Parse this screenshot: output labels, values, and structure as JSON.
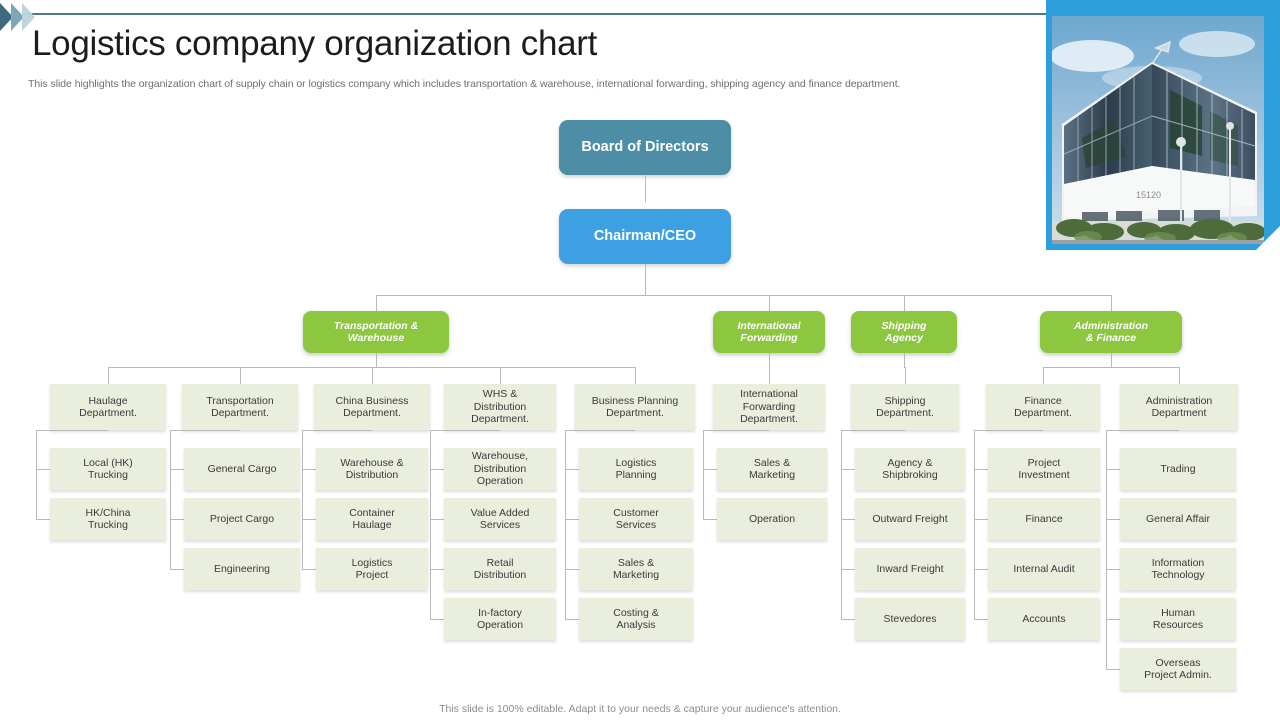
{
  "slide": {
    "title": "Logistics company organization chart",
    "subtitle": "This slide highlights the organization chart of supply chain or logistics company which includes transportation & warehouse, international forwarding, shipping agency and finance department.",
    "footer": "This slide is 100% editable.  Adapt it to your needs & capture your audience's attention."
  },
  "colors": {
    "board": "#4d8ea6",
    "ceo": "#3da0e3",
    "division": "#8dc63f",
    "department": "#eaeedc",
    "connector": "#b9b9b9",
    "rule": "#4e7a8a",
    "photo_frame": "#2f9fdb"
  },
  "photo": {
    "alt": "glass-office-building-photo",
    "building_number": "15120"
  },
  "chart_data": {
    "type": "diagram",
    "title": "Logistics company organization chart",
    "root": "Board of Directors",
    "nodes": {
      "board": "Board of Directors",
      "ceo": "Chairman/CEO",
      "div_transport": "Transportation &\nWarehouse",
      "div_intl": "International\nForwarding",
      "div_shipping": "Shipping\nAgency",
      "div_admin": "Administration\n& Finance",
      "dept_haulage": "Haulage\nDepartment.",
      "dept_transportation": "Transportation\nDepartment.",
      "dept_china": "China Business\nDepartment.",
      "dept_whs": "WHS &\nDistribution\nDepartment.",
      "dept_bizplan": "Business Planning\nDepartment.",
      "dept_intlfwd": "International\nForwarding\nDepartment.",
      "dept_shipping": "Shipping\nDepartment.",
      "dept_finance": "Finance\nDepartment.",
      "dept_administration": "Administration\nDepartment"
    },
    "branches": [
      {
        "division": "Transportation &\nWarehouse",
        "departments": [
          {
            "name": "Haulage\nDepartment.",
            "children": [
              "Local (HK)\nTrucking",
              "HK/China\nTrucking"
            ]
          },
          {
            "name": "Transportation\nDepartment.",
            "children": [
              "General Cargo",
              "Project Cargo",
              "Engineering"
            ]
          },
          {
            "name": "China Business\nDepartment.",
            "children": [
              "Warehouse &\nDistribution",
              "Container\nHaulage",
              "Logistics\nProject"
            ]
          },
          {
            "name": "WHS &\nDistribution\nDepartment.",
            "children": [
              "Warehouse,\nDistribution\nOperation",
              "Value Added\nServices",
              "Retail\nDistribution",
              "In-factory\nOperation"
            ]
          },
          {
            "name": "Business Planning\nDepartment.",
            "children": [
              "Logistics\nPlanning",
              "Customer\nServices",
              "Sales &\nMarketing",
              "Costing &\nAnalysis"
            ]
          }
        ]
      },
      {
        "division": "International\nForwarding",
        "departments": [
          {
            "name": "International\nForwarding\nDepartment.",
            "children": [
              "Sales &\nMarketing",
              "Operation"
            ]
          }
        ]
      },
      {
        "division": "Shipping\nAgency",
        "departments": [
          {
            "name": "Shipping\nDepartment.",
            "children": [
              "Agency &\nShipbroking",
              "Outward Freight",
              "Inward Freight",
              "Stevedores"
            ]
          }
        ]
      },
      {
        "division": "Administration\n& Finance",
        "departments": [
          {
            "name": "Finance\nDepartment.",
            "children": [
              "Project\nInvestment",
              "Finance",
              "Internal Audit",
              "Accounts"
            ]
          },
          {
            "name": "Administration\nDepartment",
            "children": [
              "Trading",
              "General Affair",
              "Information\nTechnology",
              "Human\nResources",
              "Overseas\nProject Admin."
            ]
          }
        ]
      }
    ]
  }
}
